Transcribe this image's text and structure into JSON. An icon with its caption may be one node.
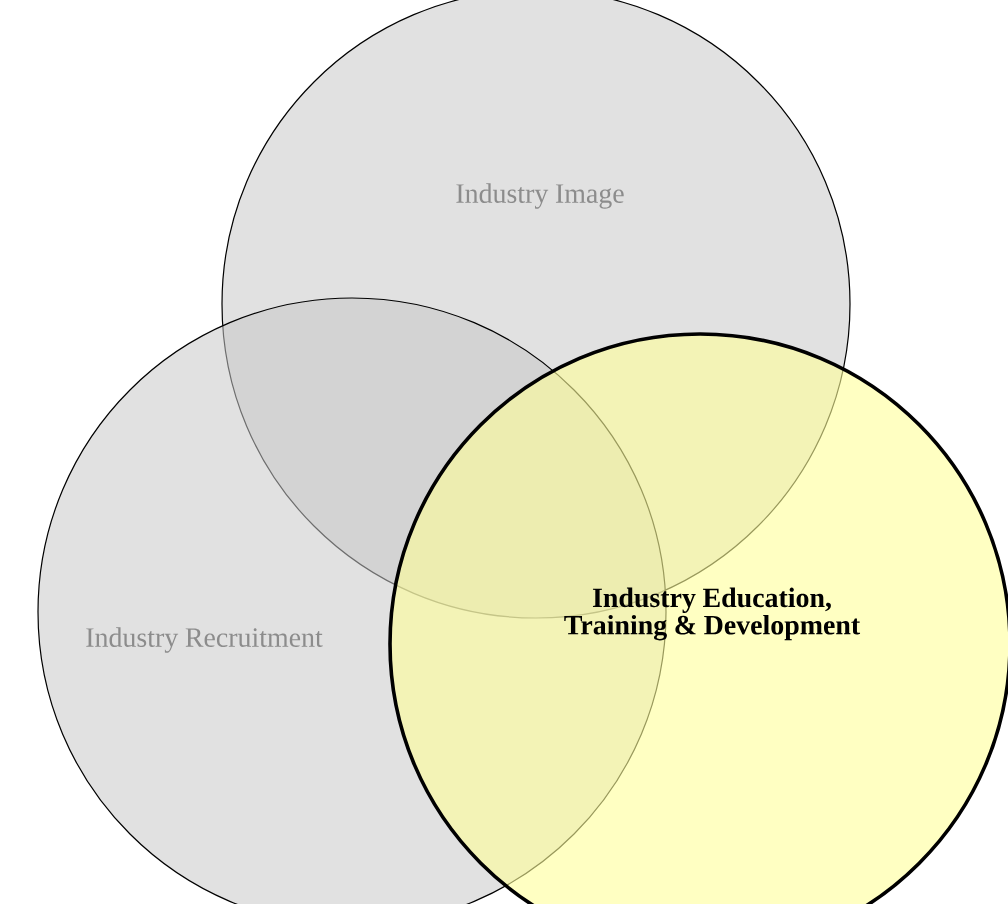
{
  "diagram": {
    "nodes": [
      {
        "text": [
          "Industry Image"
        ]
      },
      {
        "text": [
          "Industry Recruitment"
        ]
      },
      {
        "text": [
          "Industry Education, Training & Development"
        ]
      }
    ]
  }
}
